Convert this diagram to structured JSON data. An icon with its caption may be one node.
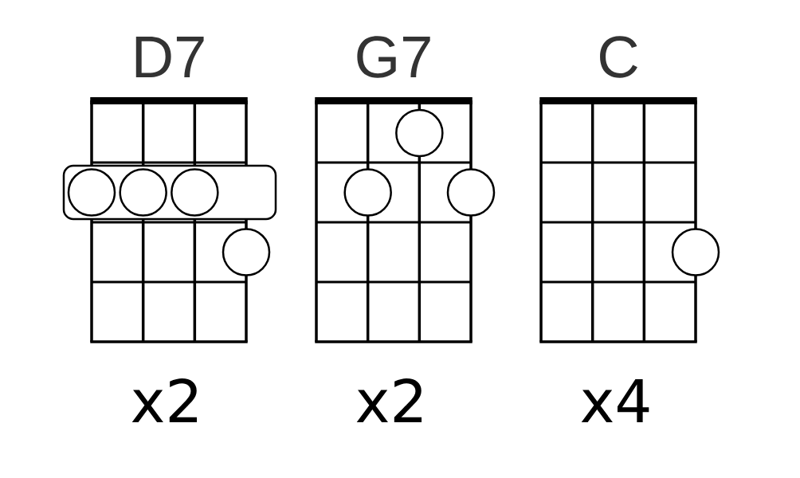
{
  "diagram": {
    "nodes": [
      {
        "text": [
          "D7"
        ],
        "beside": [
          "x2"
        ]
      },
      {
        "text": [
          "G7"
        ],
        "beside": [
          "x2"
        ]
      },
      {
        "text": [
          "C"
        ],
        "beside": [
          "x4"
        ]
      }
    ]
  }
}
